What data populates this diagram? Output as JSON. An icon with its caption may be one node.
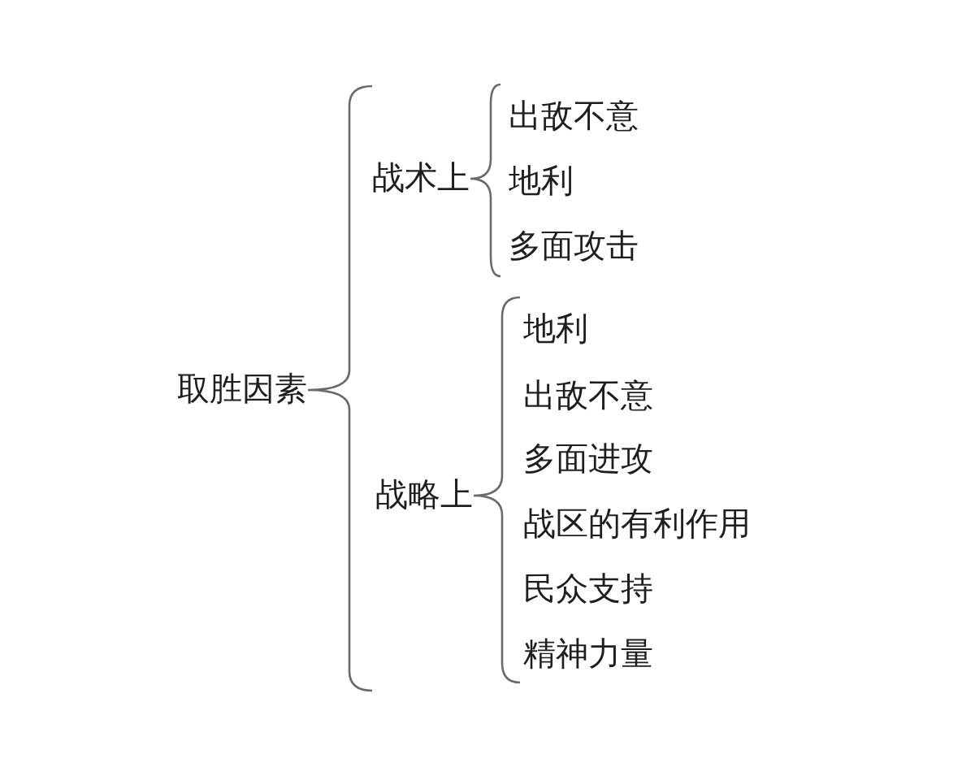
{
  "diagram": {
    "nodes": [
      {
        "text": [
          "取胜因素"
        ]
      },
      {
        "text": [
          "战术上"
        ]
      },
      {
        "text": [
          "出敌不意"
        ]
      },
      {
        "text": [
          "地利"
        ]
      },
      {
        "text": [
          "多面攻击"
        ]
      },
      {
        "text": [
          "战略上"
        ]
      },
      {
        "text": [
          "地利"
        ]
      },
      {
        "text": [
          "出敌不意"
        ]
      },
      {
        "text": [
          "多面进攻"
        ]
      },
      {
        "text": [
          "战区的有利作用"
        ]
      },
      {
        "text": [
          "民众支持"
        ]
      },
      {
        "text": [
          "精神力量"
        ]
      }
    ],
    "edges": [
      {
        "from": 0,
        "to": 1,
        "arrow": "none"
      },
      {
        "from": 0,
        "to": 5,
        "arrow": "none"
      },
      {
        "from": 1,
        "to": 2,
        "arrow": "none"
      },
      {
        "from": 1,
        "to": 3,
        "arrow": "none"
      },
      {
        "from": 1,
        "to": 4,
        "arrow": "none"
      },
      {
        "from": 5,
        "to": 6,
        "arrow": "none"
      },
      {
        "from": 5,
        "to": 7,
        "arrow": "none"
      },
      {
        "from": 5,
        "to": 8,
        "arrow": "none"
      },
      {
        "from": 5,
        "to": 9,
        "arrow": "none"
      },
      {
        "from": 5,
        "to": 10,
        "arrow": "none"
      },
      {
        "from": 5,
        "to": 11,
        "arrow": "none"
      }
    ]
  }
}
